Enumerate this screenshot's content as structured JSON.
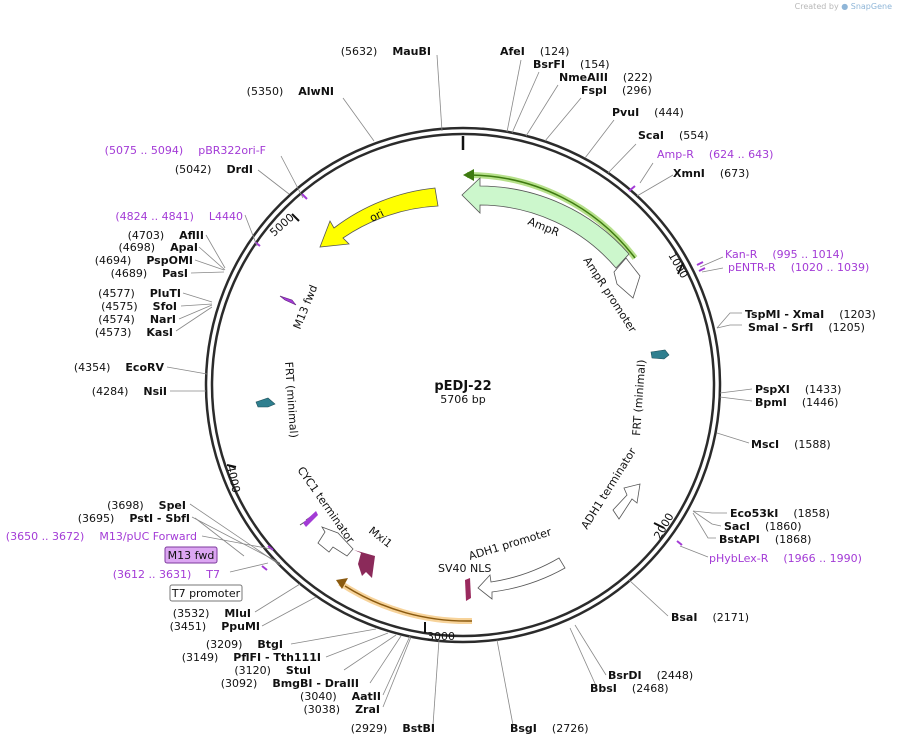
{
  "credit": {
    "prefix": "Created by",
    "brand": "SnapGene"
  },
  "plasmid": {
    "name": "pEDJ-22",
    "length": "5706 bp"
  },
  "enzymes": [
    {
      "pos": "(124)",
      "name": "AfeI"
    },
    {
      "pos": "(154)",
      "name": "BsrFI"
    },
    {
      "pos": "(222)",
      "name": "NmeAIII"
    },
    {
      "pos": "(296)",
      "name": "FspI"
    },
    {
      "pos": "(444)",
      "name": "PvuI"
    },
    {
      "pos": "(554)",
      "name": "ScaI"
    },
    {
      "pos": "(673)",
      "name": "XmnI"
    },
    {
      "pos": "(1203)",
      "name": "TspMI - XmaI"
    },
    {
      "pos": "(1205)",
      "name": "SmaI - SrfI"
    },
    {
      "pos": "(1433)",
      "name": "PspXI"
    },
    {
      "pos": "(1446)",
      "name": "BpmI"
    },
    {
      "pos": "(1588)",
      "name": "MscI"
    },
    {
      "pos": "(1858)",
      "name": "Eco53kI"
    },
    {
      "pos": "(1860)",
      "name": "SacI"
    },
    {
      "pos": "(1868)",
      "name": "BstAPI"
    },
    {
      "pos": "(2171)",
      "name": "BsaI"
    },
    {
      "pos": "(2448)",
      "name": "BsrDI"
    },
    {
      "pos": "(2468)",
      "name": "BbsI"
    },
    {
      "pos": "(2726)",
      "name": "BsgI"
    },
    {
      "pos": "(2929)",
      "name": "BstBI"
    },
    {
      "pos": "(3038)",
      "name": "ZraI"
    },
    {
      "pos": "(3040)",
      "name": "AatII"
    },
    {
      "pos": "(3092)",
      "name": "BmgBI - DraIII"
    },
    {
      "pos": "(3120)",
      "name": "StuI"
    },
    {
      "pos": "(3149)",
      "name": "PflFI - Tth111I"
    },
    {
      "pos": "(3209)",
      "name": "BtgI"
    },
    {
      "pos": "(3451)",
      "name": "PpuMI"
    },
    {
      "pos": "(3532)",
      "name": "MluI"
    },
    {
      "pos": "(3695)",
      "name": "PstI - SbfI"
    },
    {
      "pos": "(3698)",
      "name": "SpeI"
    },
    {
      "pos": "(4284)",
      "name": "NsiI"
    },
    {
      "pos": "(4354)",
      "name": "EcoRV"
    },
    {
      "pos": "(4573)",
      "name": "KasI"
    },
    {
      "pos": "(4574)",
      "name": "NarI"
    },
    {
      "pos": "(4575)",
      "name": "SfoI"
    },
    {
      "pos": "(4577)",
      "name": "PluTI"
    },
    {
      "pos": "(4689)",
      "name": "PasI"
    },
    {
      "pos": "(4694)",
      "name": "PspOMI"
    },
    {
      "pos": "(4698)",
      "name": "ApaI"
    },
    {
      "pos": "(4703)",
      "name": "AflII"
    },
    {
      "pos": "(5042)",
      "name": "DrdI"
    },
    {
      "pos": "(5350)",
      "name": "AlwNI"
    },
    {
      "pos": "(5632)",
      "name": "MauBI"
    }
  ],
  "primers": [
    {
      "label": "Amp-R",
      "range": "(624 .. 643)"
    },
    {
      "label": "Kan-R",
      "range": "(995 .. 1014)"
    },
    {
      "label": "pENTR-R",
      "range": "(1020 .. 1039)"
    },
    {
      "label": "pHybLex-R",
      "range": "(1966 .. 1990)"
    },
    {
      "label": "T7",
      "range": "(3612 .. 3631)"
    },
    {
      "label": "M13/pUC Forward",
      "range": "(3650 .. 3672)"
    },
    {
      "label": "L4440",
      "range": "(4824 .. 4841)"
    },
    {
      "label": "pBR322ori-F",
      "range": "(5075 .. 5094)"
    }
  ],
  "boxed_labels": {
    "m13fwd": "M13 fwd",
    "t7promoter": "T7 promoter"
  },
  "features": {
    "ampr": "AmpR",
    "ampr_promoter": "AmpR promoter",
    "frt_right": "FRT (minimal)",
    "adh1_terminator": "ADH1 terminator",
    "adh1_promoter": "ADH1 promoter",
    "sv40_nls": "SV40 NLS",
    "mxi1": "Mxi1",
    "cyc1_terminator": "CYC1 terminator",
    "frt_left": "FRT (minimal)",
    "m13_fwd": "M13 fwd",
    "ori": "ori"
  },
  "ticks": [
    "1000",
    "2000",
    "3000",
    "4000",
    "5000"
  ],
  "colors": {
    "backbone": "#2b2b2b",
    "ampr": "#ccf7cc",
    "ori": "#ffff00",
    "mxi1": "#8b2a5a",
    "frt": "#2f7f8f",
    "primer": "#a33bd6",
    "orf_glow_green": "#7cbf3a",
    "orf_glow_orange": "#f0b040"
  }
}
